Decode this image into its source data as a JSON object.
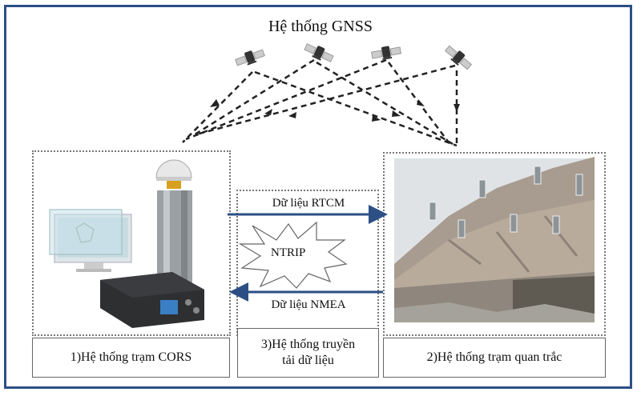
{
  "title": "Hệ thống GNSS",
  "satellites": [
    {
      "name": "satellite-1"
    },
    {
      "name": "satellite-2"
    },
    {
      "name": "satellite-3"
    },
    {
      "name": "satellite-4"
    }
  ],
  "panels": {
    "cors": {
      "label": "1)Hệ thống trạm CORS",
      "image": "cors-equipment-illustration"
    },
    "transmission": {
      "label_line1": "3)Hệ thống truyền",
      "label_line2": "tải dữ liệu",
      "rtcm": "Dữ liệu RTCM",
      "nmea": "Dữ liệu NMEA",
      "protocol": "NTRIP"
    },
    "monitoring": {
      "label": "2)Hệ thống trạm quan trắc",
      "image": "open-pit-mine-slope-photo"
    }
  },
  "colors": {
    "frame": "#2c4f86",
    "data_arrow": "#2c4f86",
    "signal": "#222222"
  }
}
